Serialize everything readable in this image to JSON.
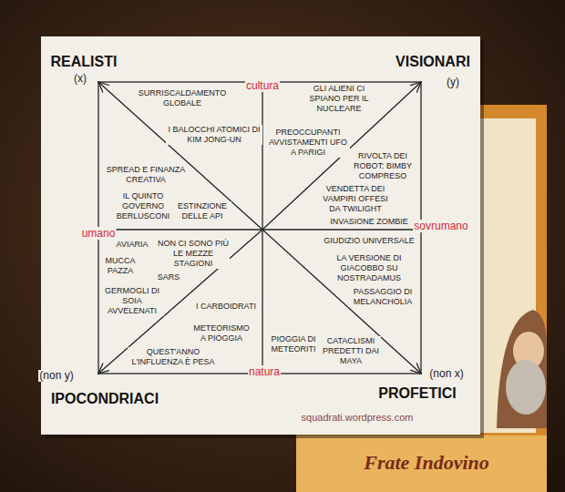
{
  "diagram": {
    "labels": [
      "REALISTI",
      "cultura",
      "VISIONARI",
      "(x)",
      "(y)",
      "SURRISCALDAMENTO GLOBALE",
      "GLI ALIENI CI SPIANO PER IL NUCLEARE",
      "I BALOCCHI ATOMICI DI KIM JONG-UN",
      "PREOCCUPANTI AVVISTAMENTI UFO A PARIGI",
      "RIVOLTA DEI ROBOT: BIMBY COMPRESO",
      "SPREAD E FINANZA CREATIVA",
      "VENDETTA DEI VAMPIRI OFFESI DA TWILIGHT",
      "IL QUINTO GOVERNO BERLUSCONI",
      "ESTINZIONE DELLE API",
      "INVASIONE ZOMBIE",
      "umano",
      "sovrumano",
      "AVIARIA",
      "NON CI SONO PIÙ LE MEZZE STAGIONI",
      "GIUDIZIO UNIVERSALE",
      "MUCCA PAZZA",
      "SARS",
      "LA VERSIONE DI GIACOBBO SU NOSTRADAMUS",
      "I CARBOIDRATI",
      "PASSAGGIO DI MELANCHOLIA",
      "GERMOGLI DI SOIA AVVELENATI",
      "METEORISMO A PIOGGIA",
      "PIOGGIA DI METEORITI",
      "CATACLISMI PREDETTI DAI MAYA",
      "QUEST'ANNO L'INFLUENZA È PESA",
      "(non y)",
      "(non x)",
      "IPOCONDRIACI",
      "natura",
      "PROFETICI",
      "squadrati.wordpress.com",
      "Frate Indovino"
    ]
  }
}
